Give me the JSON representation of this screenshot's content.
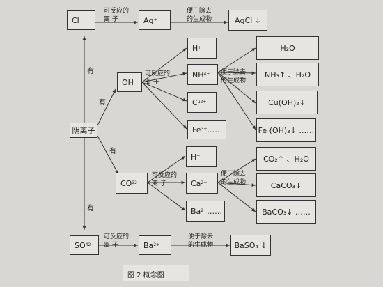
{
  "nodes": {
    "cl": "Cl",
    "cl_sup": "-",
    "ag_top": "Ag",
    "ag_top_sup": "+",
    "agcl": "AgCl ↓",
    "oh": "OH",
    "oh_sup": "-",
    "h_oh": "H",
    "h_oh_sup": "+",
    "nh4": "NH",
    "nh4_sub": "4",
    "nh4_sup": "+",
    "cu": "C",
    "cu_sub": "u",
    "cu_sup": "2+",
    "fe": "Fe",
    "fe_sup": "3+",
    "fe_tail": "……",
    "h2o": "H₂O",
    "nh3": "NH₃↑  、H₂O",
    "cuoh2": "Cu(OH)₂↓",
    "feoh3": "Fe (OH)₃↓ ……",
    "anion": "阴离子",
    "co3": "CO",
    "co3_sub": "3",
    "co3_sup": "2-",
    "h_co3": "H",
    "h_co3_sup": "+",
    "ca": "Ca",
    "ca_sup": "2+",
    "ba_mid": "Ba",
    "ba_mid_sup": "2+",
    "ba_mid_tail": "……",
    "co2": "CO₂↑ 、H₂O",
    "caco3": "CaCO₃↓",
    "baco3": "BaCO₃↓ ……",
    "so4": "SO",
    "so4_sub": "4",
    "so4_sup": "2-",
    "ba_bot": "Ba",
    "ba_bot_sup": "2+",
    "baso4": "BaSO₄  ↓"
  },
  "labels": {
    "react_1": "可反应的",
    "react_2": "离 子",
    "gen_1": "便于除去",
    "gen_2": "的生成物",
    "you": "有"
  },
  "caption": "图 2 概念图"
}
